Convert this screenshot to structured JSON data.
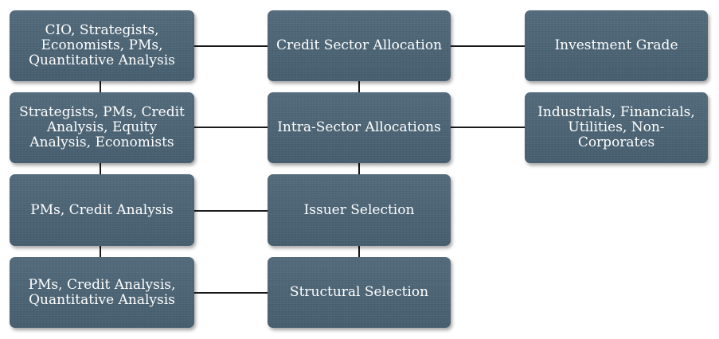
{
  "colors": {
    "node_fill": "#4a6273",
    "connector": "#1a1a1a",
    "text": "#ffffff"
  },
  "left_column": [
    {
      "label": "CIO, Strategists,\nEconomists, PMs,\nQuantitative Analysis"
    },
    {
      "label": "Strategists, PMs, Credit\nAnalysis, Equity\nAnalysis, Economists"
    },
    {
      "label": "PMs, Credit Analysis"
    },
    {
      "label": "PMs, Credit Analysis,\nQuantitative Analysis"
    }
  ],
  "middle_column": [
    {
      "label": "Credit Sector Allocation"
    },
    {
      "label": "Intra-Sector Allocations"
    },
    {
      "label": "Issuer Selection"
    },
    {
      "label": "Structural Selection"
    }
  ],
  "right_column": [
    {
      "label": "Investment Grade"
    },
    {
      "label": "Industrials, Financials,\nUtilities, Non-\nCorporates"
    }
  ]
}
